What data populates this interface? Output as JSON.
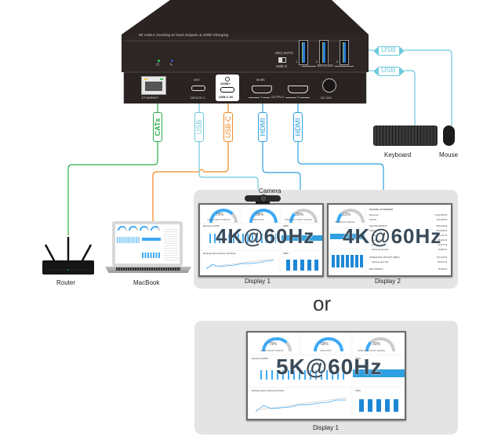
{
  "device": {
    "product_label": "8K USB-C Docking w/ Dual Outputs & 100W Charging",
    "led_power": "⏻",
    "led_charge": "ϟ",
    "switch_label": "ON | AUTO",
    "usb_power_label": "USB ⏻",
    "devices_label": "DEVICES",
    "usb_port_numbers": [
      "1",
      "2",
      "3"
    ],
    "ports": {
      "ethernet": "ETHERNET",
      "device4_top": "40G",
      "device4": "DEVICE 4",
      "usbc_in_top": "100W+",
      "usbc_in": "USB-C IN",
      "output_top": "5K/8K",
      "output": "OUTPUT",
      "output_1": "1",
      "output_2": "2",
      "dc": "DC 24V"
    },
    "colors": {
      "body": "#2a2322",
      "usb": "#6ec9dc",
      "catx": "#2aab4a",
      "usbc": "#f08a24",
      "hdmi": "#2e9fe0"
    }
  },
  "cables": {
    "catx": "CATx",
    "usb": "USB",
    "usbc": "USB-C",
    "hdmi1": "HDMI",
    "hdmi2": "HDMI",
    "usb_kbd": "USB",
    "usb_mouse": "USB"
  },
  "peripherals": {
    "keyboard": "Keyboard",
    "mouse": "Mouse",
    "router": "Router",
    "macbook": "MacBook",
    "camera": "Camera"
  },
  "dual_setup": {
    "display1": {
      "label": "Display 1",
      "resolution": "4K@60Hz",
      "gauges": [
        {
          "value": "79%",
          "label": "GROSS PROFIT MARGIN"
        },
        {
          "value": "68%",
          "label": "OPEX RATIO"
        },
        {
          "value": "30%",
          "label": "OPERATING PROFIT MARGIN"
        }
      ],
      "cards": [
        "Revenue & COGS",
        "OPEX",
        "Earnings before Interest and Taxes",
        "CPEX"
      ]
    },
    "display2": {
      "label": "Display 2",
      "resolution": "4K@60Hz",
      "gauge": {
        "value": "12%",
        "label": "NET PROFIT MARGIN"
      },
      "statement_title": "INCOME STATEMENT",
      "statement_rows": [
        {
          "label": "Revenue",
          "value": "1,010,925 $"
        },
        {
          "label": "COGS",
          "value": "210,695 $"
        },
        {
          "label": "GROSS PROFIT",
          "value": "800,230 $"
        },
        {
          "label": "OPEX",
          "value": "510,095 $"
        },
        {
          "label": "Sales",
          "value": "245,107 $"
        },
        {
          "label": "Marketing",
          "value": "88,204 $"
        },
        {
          "label": "Admin",
          "value": "52,675 $"
        },
        {
          "label": "Other Expenses",
          "value": "14,807 $"
        },
        {
          "label": "OPERATING PROFIT (EBIT)",
          "value": "157,203 $"
        },
        {
          "label": "Interest and Tax",
          "value": "50,513 $"
        },
        {
          "label": "NET PROFIT",
          "value": "75,085 $"
        }
      ]
    }
  },
  "separator": "or",
  "single_setup": {
    "display1": {
      "label": "Display 1",
      "resolution": "5K@60Hz",
      "gauges": [
        {
          "value": "79%",
          "label": "GROSS PROFIT MARGIN"
        },
        {
          "value": "68%",
          "label": "OPEX RATIO"
        },
        {
          "value": "30%",
          "label": "OPERATING PROFIT MARGIN"
        }
      ],
      "cards": [
        "Revenue & COGS",
        "OPEX",
        "Earnings before Interest and Taxes",
        "CPEX"
      ]
    }
  }
}
